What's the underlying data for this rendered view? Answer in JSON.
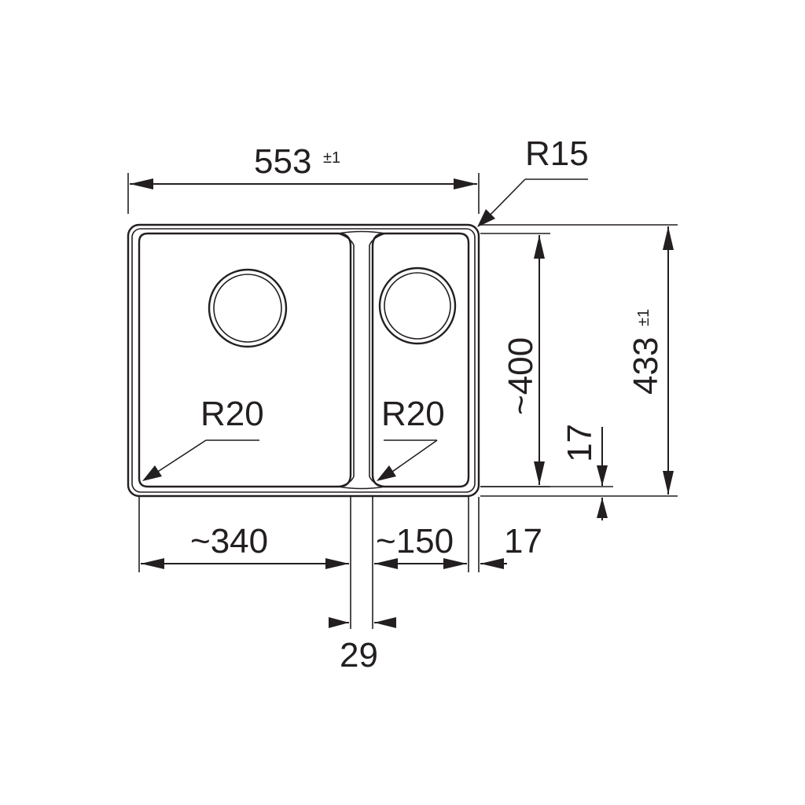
{
  "drawing": {
    "colors": {
      "line": "#231f20",
      "background": "#ffffff"
    },
    "overall_width": {
      "value": "553",
      "tolerance": "±1"
    },
    "overall_depth": {
      "value": "433",
      "tolerance": "±1"
    },
    "corner_radius_outer": "R15",
    "corner_radius_left_bowl": "R20",
    "corner_radius_right_bowl": "R20",
    "bowl_depth": "~400",
    "left_bowl_width": "~340",
    "right_bowl_width": "~150",
    "side_rim_width": "17",
    "bottom_rim_width": "17",
    "divider_width": "29"
  }
}
